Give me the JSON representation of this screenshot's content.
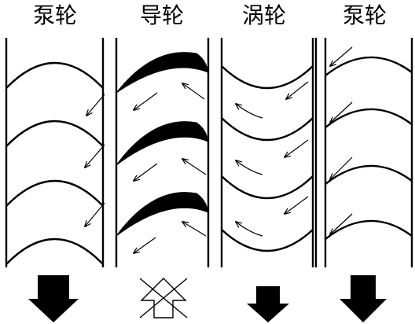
{
  "labels": {
    "col1": "泵轮",
    "col2": "导轮",
    "col3": "涡轮",
    "col4": "泵轮"
  },
  "colors": {
    "ink": "#000000",
    "background": "#ffffff"
  },
  "icons": {
    "col1": "down-arrow-icon",
    "col2": "crossed-up-arrow-icon",
    "col3": "down-arrow-icon",
    "col4": "down-arrow-icon"
  }
}
